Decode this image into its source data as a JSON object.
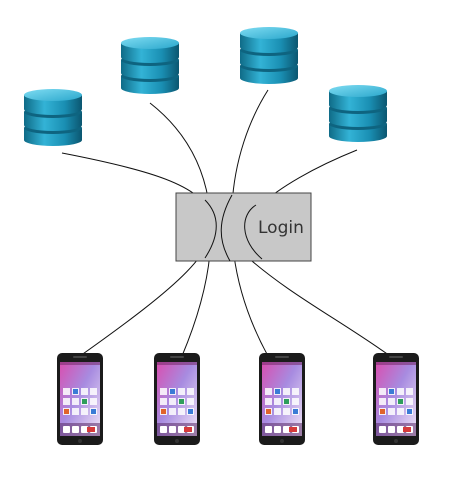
{
  "login_box": {
    "label": "Login"
  },
  "nodes": {
    "databases": [
      {
        "id": "db-1",
        "icon": "database-icon"
      },
      {
        "id": "db-2",
        "icon": "database-icon"
      },
      {
        "id": "db-3",
        "icon": "database-icon"
      },
      {
        "id": "db-4",
        "icon": "database-icon"
      }
    ],
    "phones": [
      {
        "id": "phone-1",
        "icon": "smartphone-icon"
      },
      {
        "id": "phone-2",
        "icon": "smartphone-icon"
      },
      {
        "id": "phone-3",
        "icon": "smartphone-icon"
      },
      {
        "id": "phone-4",
        "icon": "smartphone-icon"
      }
    ]
  },
  "colors": {
    "db_body": "#1f8fb0",
    "db_top": "#4fc3e0",
    "db_dark": "#0c5870",
    "login_fill": "#c8c8c8",
    "phone_body": "#1b1b1b",
    "connector": "#111111"
  }
}
